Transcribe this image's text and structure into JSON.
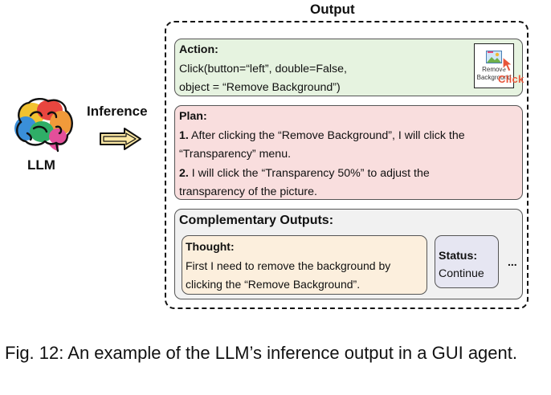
{
  "llm": {
    "label": "LLM"
  },
  "inference": {
    "label": "Inference"
  },
  "output": {
    "title": "Output",
    "action": {
      "heading": "Action:",
      "line1": "Click(button=“left”, double=False,",
      "line2": "object = “Remove Background”)",
      "thumbnail_label": "Remove Background",
      "click_label": "Click"
    },
    "plan": {
      "heading": "Plan:",
      "step1_number": "1.",
      "step1_line1": " After clicking the “Remove Background”, I will click the",
      "step1_line2": "“Transparency” menu.",
      "step2_number": "2.",
      "step2_line1": " I will click the “Transparency 50%”  to adjust the",
      "step2_line2": "transparency of the picture."
    },
    "complementary": {
      "heading": "Complementary Outputs:",
      "thought": {
        "heading": "Thought:",
        "line1": "First I need to remove the background by",
        "line2": "clicking the “Remove Background”."
      },
      "status": {
        "heading": "Status:",
        "value": "Continue"
      },
      "ellipsis": "..."
    }
  },
  "caption": "Fig. 12: An example of the LLM’s inference output in a GUI agent.",
  "colors": {
    "action_bg": "#e6f3e0",
    "plan_bg": "#f9dede",
    "complementary_bg": "#f1f1f1",
    "thought_bg": "#fcefdd",
    "status_bg": "#e6e6f2",
    "arrow_fill": "#fbe7a3",
    "click_accent": "#e8553a"
  }
}
